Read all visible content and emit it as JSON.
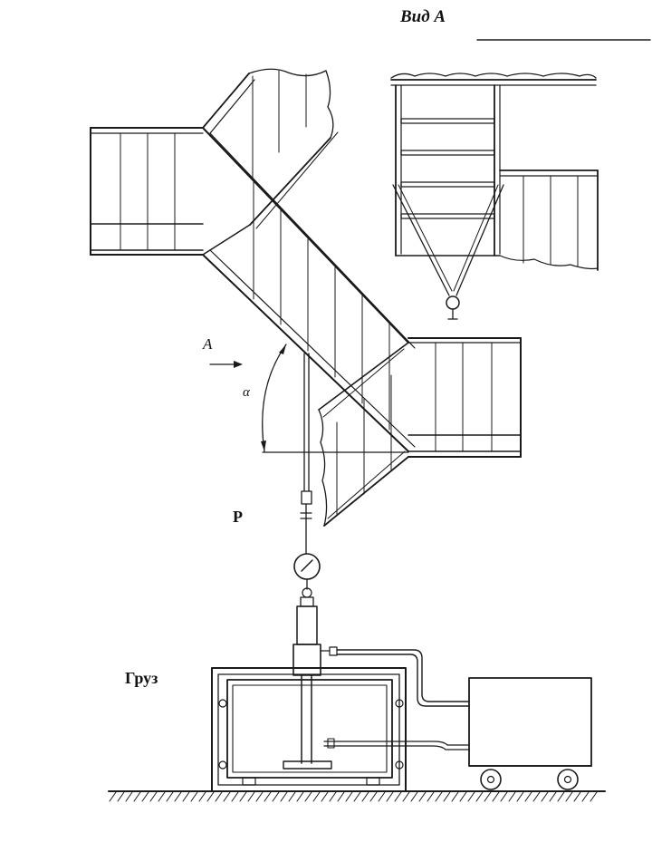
{
  "labels": {
    "view_title": "Вид А",
    "force": "Р",
    "load": "Груз",
    "view_arrow": "А",
    "angle": "α"
  }
}
